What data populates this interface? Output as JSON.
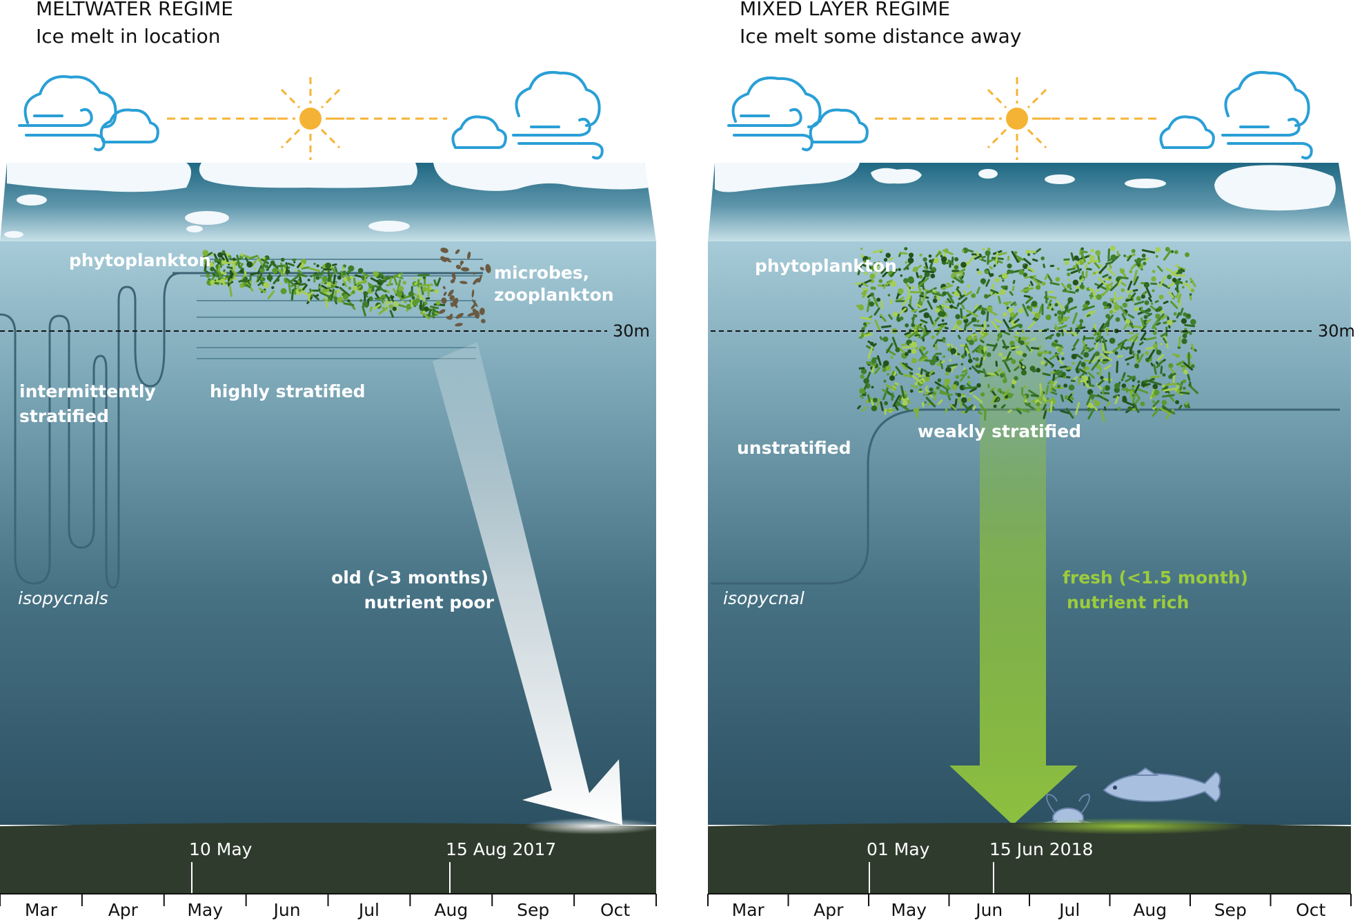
{
  "left_panel": {
    "title": "MELTWATER REGIME",
    "subtitle": "Ice melt in location",
    "labels": {
      "phytoplankton": "phytoplankton",
      "microbes_line1": "microbes,",
      "microbes_line2": "zooplankton",
      "depth": "30m",
      "intermittently_line1": "intermittently",
      "intermittently_line2": "stratified",
      "highly_stratified": "highly stratified",
      "isopycnals": "isopycnals",
      "export_line1": "old (>3 months)",
      "export_line2": "nutrient poor"
    },
    "dates": [
      "10 May",
      "15 Aug 2017"
    ],
    "months": [
      "Mar",
      "Apr",
      "May",
      "Jun",
      "Jul",
      "Aug",
      "Sep",
      "Oct"
    ]
  },
  "right_panel": {
    "title": "MIXED LAYER REGIME",
    "subtitle": "Ice melt some distance away",
    "labels": {
      "phytoplankton": "phytoplankton",
      "depth": "30m",
      "unstratified": "unstratified",
      "weakly_stratified": "weakly stratified",
      "isopycnal": "isopycnal",
      "export_line1": "fresh (<1.5 month)",
      "export_line2": "nutrient rich"
    },
    "dates": [
      "01 May",
      "15 Jun 2018"
    ],
    "months": [
      "Mar",
      "Apr",
      "May",
      "Jun",
      "Jul",
      "Aug",
      "Sep",
      "Oct"
    ]
  },
  "colors": {
    "sun": "#f5b335",
    "cloud": "#2a9fd6",
    "sea_top": "#a9cfdb",
    "sea_bottom": "#2e5567",
    "seafloor": "#2f3c2d",
    "phyto": "#3e7d2a",
    "fresh_export": "#8dc03f",
    "old_export": "#ffffff"
  },
  "icons": [
    "cloud-icon",
    "wind-icon",
    "sun-icon",
    "ice-floe-icon",
    "crab-icon",
    "fish-icon",
    "arrow-icon"
  ]
}
